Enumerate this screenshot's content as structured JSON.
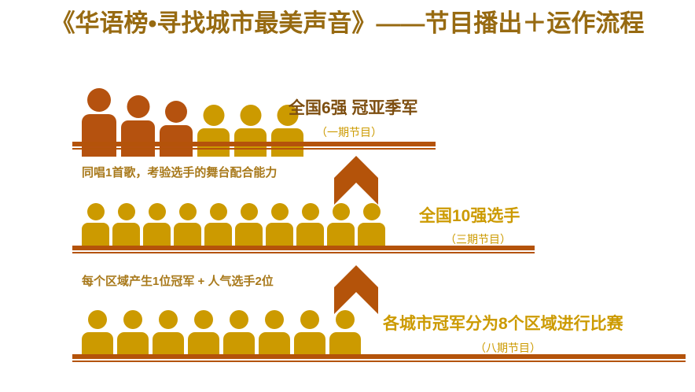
{
  "title": "《华语榜•寻找城市最美声音》——节目播出＋运作流程",
  "colors": {
    "title": "#976a11",
    "dark_orange": "#b5520f",
    "gold": "#cc9a00",
    "heading_brown": "#8a5a12",
    "baseline": "#b4530a",
    "background": "#ffffff"
  },
  "tiers": [
    {
      "id": "tier-top",
      "heading": "全国6强 冠亚季军",
      "sub": "（一期节目）",
      "heading_color": "#7d4e10",
      "sub_color": "#cc9a00",
      "figure_count": 6,
      "figures": [
        {
          "color": "#b5520f",
          "scale": 1.0
        },
        {
          "color": "#b5520f",
          "scale": 0.86
        },
        {
          "color": "#b5520f",
          "scale": 0.74
        },
        {
          "color": "#cc9a00",
          "scale": 0.66
        },
        {
          "color": "#cc9a00",
          "scale": 0.66
        },
        {
          "color": "#cc9a00",
          "scale": 0.66
        }
      ]
    },
    {
      "id": "tier-middle",
      "heading": "全国10强选手",
      "sub": "（三期节目）",
      "heading_color": "#cc9a00",
      "sub_color": "#cc9a00",
      "figure_count": 10
    },
    {
      "id": "tier-bottom",
      "heading": "各城市冠军分为8个区域进行比赛",
      "sub": "（八期节目）",
      "heading_color": "#cc9a00",
      "sub_color": "#cc9a00",
      "figure_count": 8
    }
  ],
  "notes": [
    {
      "id": "note-upper",
      "text": "同唱1首歌，考验选手的舞台配合能力",
      "color": "#a8791b"
    },
    {
      "id": "note-lower",
      "text": "每个区域产生1位冠军 + 人气选手2位",
      "color": "#a8791b"
    }
  ],
  "arrows": [
    {
      "id": "arrow-upper",
      "direction": "up",
      "color": "#b4530a"
    },
    {
      "id": "arrow-lower",
      "direction": "up",
      "color": "#b4530a"
    }
  ]
}
